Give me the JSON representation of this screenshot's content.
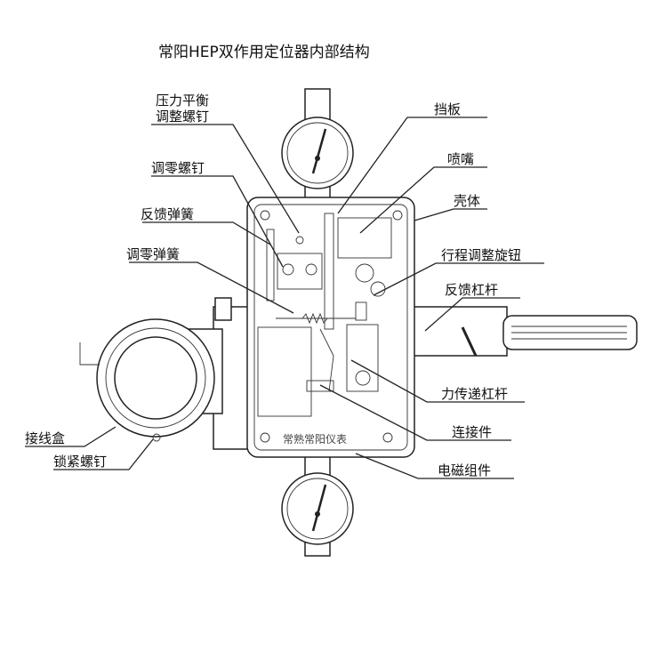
{
  "title": "常阳HEP双作用定位器内部结构",
  "watermark": "常熟常阳仪表",
  "labels_left": {
    "pressure_balance_1": "压力平衡",
    "pressure_balance_2": "调整螺钉",
    "zero_screw": "调零螺钉",
    "feedback_spring": "反馈弹簧",
    "zero_spring": "调零弹簧",
    "junction_box": "接线盒",
    "lock_screw": "锁紧螺钉"
  },
  "labels_right": {
    "flapper": "挡板",
    "nozzle": "喷嘴",
    "housing": "壳体",
    "stroke_knob": "行程调整旋钮",
    "feedback_lever": "反馈杠杆",
    "force_lever": "力传递杠杆",
    "connector": "连接件",
    "solenoid": "电磁组件"
  }
}
